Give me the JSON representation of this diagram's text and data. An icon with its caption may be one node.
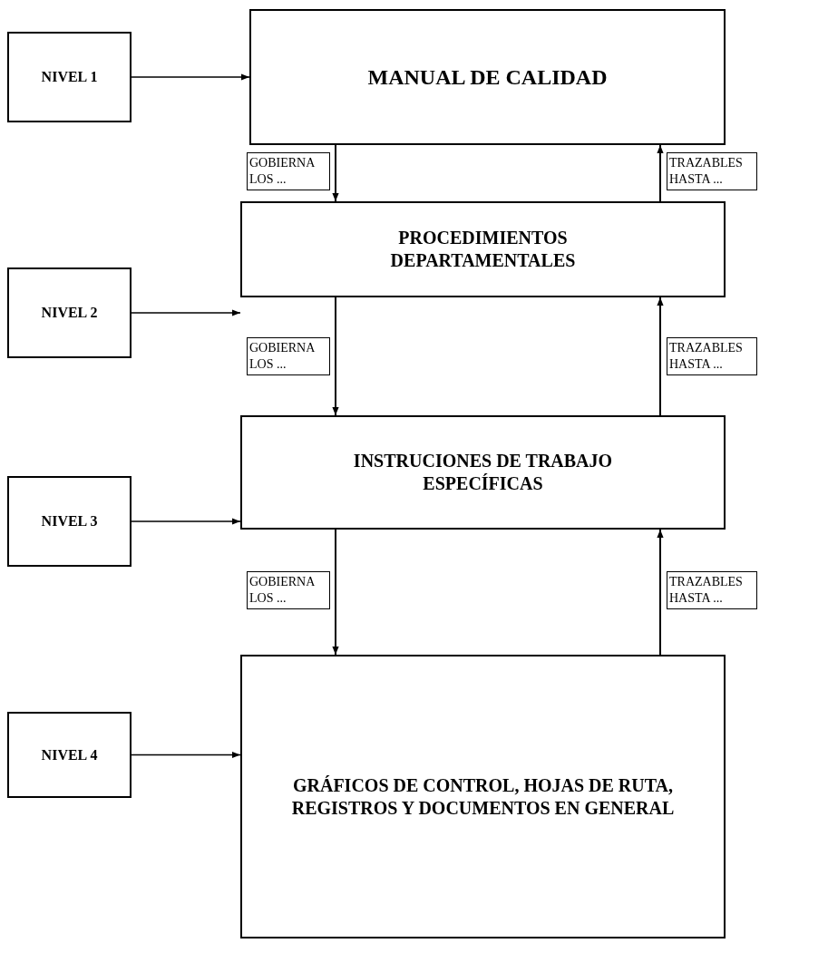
{
  "diagram": {
    "nodes": [
      {
        "text": [
          "NIVEL 1"
        ]
      },
      {
        "text": [
          "MANUAL DE CALIDAD"
        ]
      },
      {
        "text": [
          "NIVEL 2"
        ]
      },
      {
        "text": [
          "PROCEDIMIENTOS DEPARTAMENTALES"
        ]
      },
      {
        "text": [
          "NIVEL 3"
        ]
      },
      {
        "text": [
          "INSTRUCIONES DE TRABAJO ESPECÍFICAS"
        ]
      },
      {
        "text": [
          "NIVEL 4"
        ]
      },
      {
        "text": [
          "GRÁFICOS DE CONTROL, HOJAS DE RUTA, REGISTROS Y DOCUMENTOS EN GENERAL"
        ]
      }
    ],
    "edges": [
      {
        "from": 0,
        "to": 1,
        "arrow": "to"
      },
      {
        "from": 1,
        "to": 3,
        "arrow": "to",
        "label": "GOBIERNA LOS ..."
      },
      {
        "from": 3,
        "to": 1,
        "arrow": "to",
        "label": "TRAZABLES HASTA ..."
      },
      {
        "from": 2,
        "to": 3,
        "arrow": "to"
      },
      {
        "from": 3,
        "to": 5,
        "arrow": "to",
        "label": "GOBIERNA LOS ..."
      },
      {
        "from": 5,
        "to": 3,
        "arrow": "to",
        "label": "TRAZABLES HASTA ..."
      },
      {
        "from": 4,
        "to": 5,
        "arrow": "to"
      },
      {
        "from": 5,
        "to": 7,
        "arrow": "to",
        "label": "GOBIERNA LOS ..."
      },
      {
        "from": 7,
        "to": 5,
        "arrow": "to",
        "label": "TRAZABLES HASTA ..."
      },
      {
        "from": 6,
        "to": 7,
        "arrow": "to"
      }
    ]
  }
}
